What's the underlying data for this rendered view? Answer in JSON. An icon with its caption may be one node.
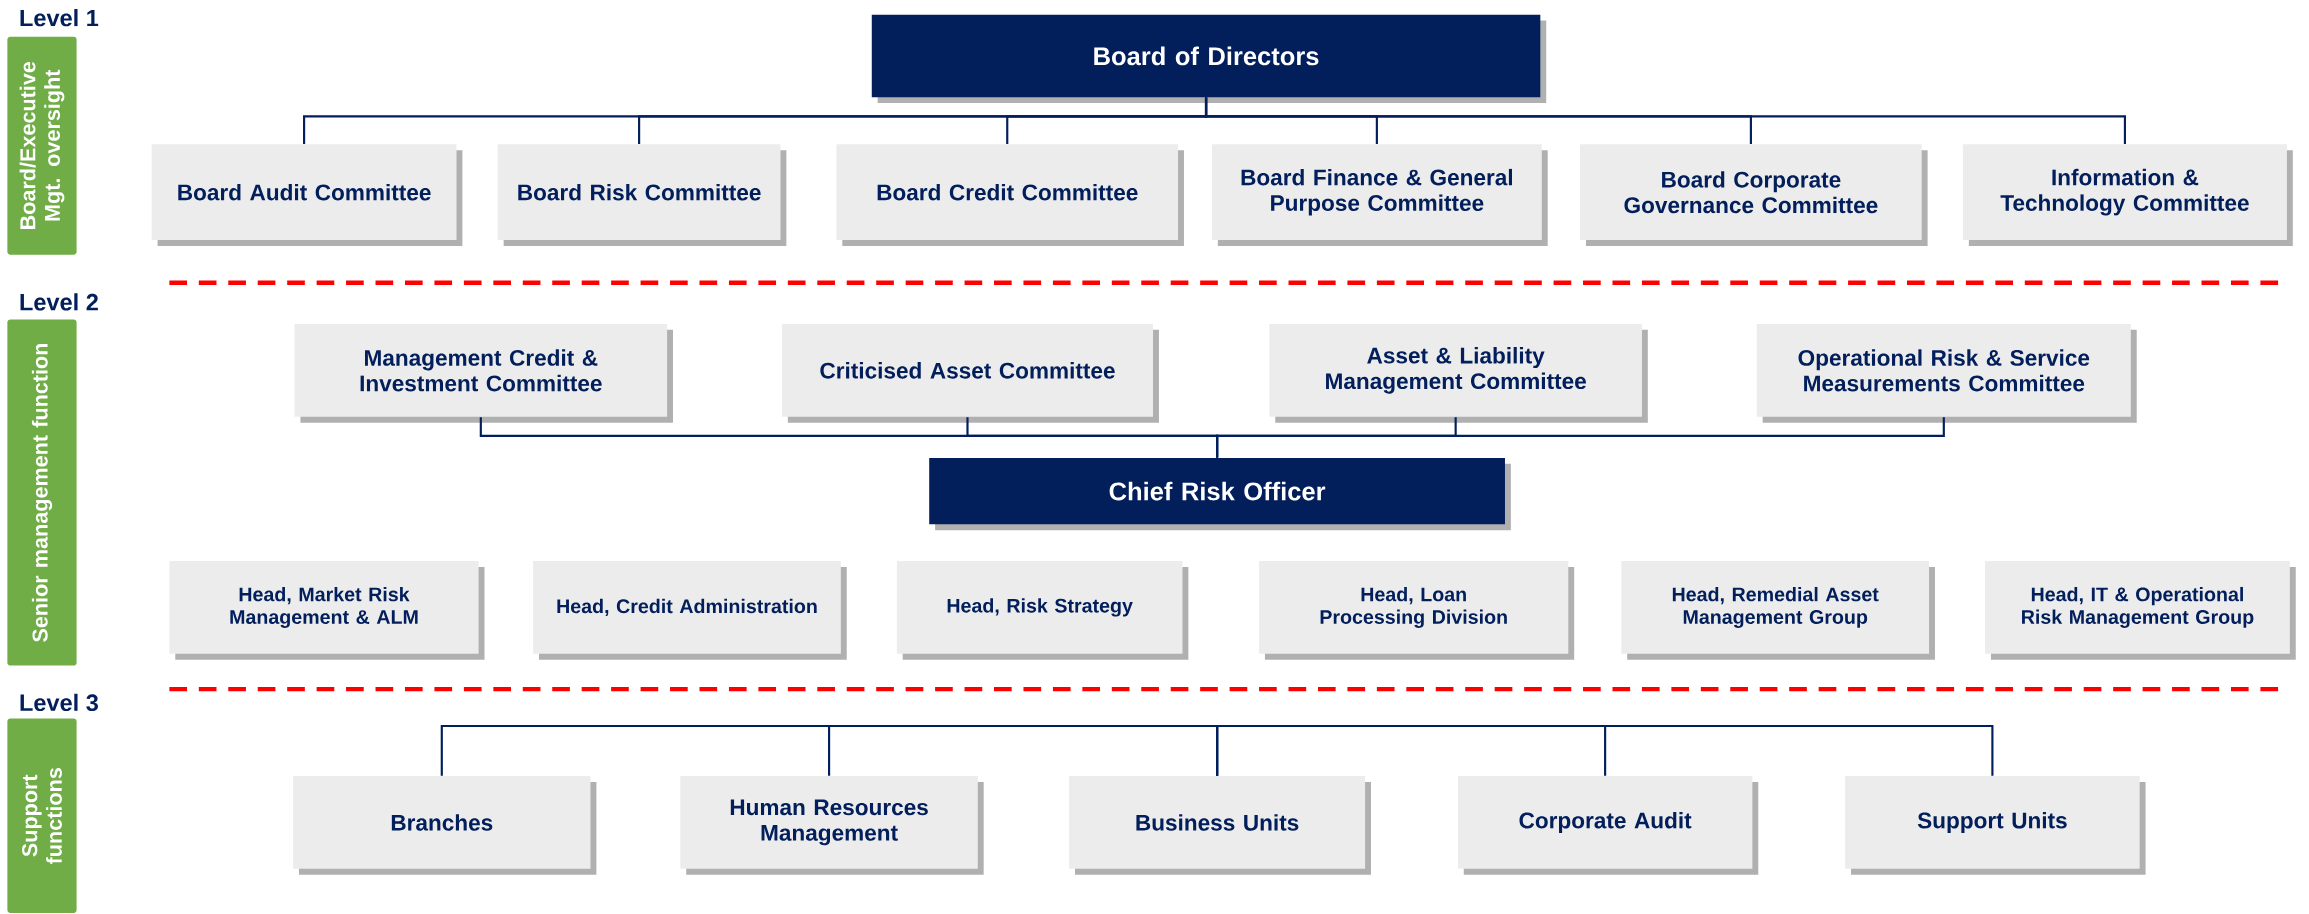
{
  "diagram": {
    "nodes": [
      {
        "text": [
          "Board/Executive Mgt. oversight"
        ]
      },
      {
        "text": [
          "Board of Directors"
        ]
      },
      {
        "text": [
          "Board Audit Committee"
        ]
      },
      {
        "text": [
          "Board Risk Committee"
        ]
      },
      {
        "text": [
          "Board Credit Committee"
        ]
      },
      {
        "text": [
          "Board Finance & General Purpose Committee"
        ]
      },
      {
        "text": [
          "Board Corporate Governance Committee"
        ]
      },
      {
        "text": [
          "Information & Technology Committee"
        ]
      },
      {
        "text": [
          "Senior management function"
        ]
      },
      {
        "text": [
          "Management Credit & Investment Committee"
        ]
      },
      {
        "text": [
          "Criticised Asset Committee"
        ]
      },
      {
        "text": [
          "Asset & Liability Management Committee"
        ]
      },
      {
        "text": [
          "Operational Risk & Service Measurements Committee"
        ]
      },
      {
        "text": [
          "Chief Risk Officer"
        ]
      },
      {
        "text": [
          "Head, Market Risk Management & ALM"
        ]
      },
      {
        "text": [
          "Head, Credit Administration"
        ]
      },
      {
        "text": [
          "Head, Risk Strategy"
        ]
      },
      {
        "text": [
          "Head, Loan Processing Division"
        ]
      },
      {
        "text": [
          "Head, Remedial Asset Management Group"
        ]
      },
      {
        "text": [
          "Head, IT & Operational Risk Management Group"
        ]
      },
      {
        "text": [
          "Support functions"
        ]
      },
      {
        "text": [
          "Branches"
        ]
      },
      {
        "text": [
          "Human Resources Management"
        ]
      },
      {
        "text": [
          "Business Units"
        ]
      },
      {
        "text": [
          "Corporate Audit"
        ]
      },
      {
        "text": [
          "Support Units"
        ]
      }
    ],
    "edges": [
      {
        "from": 1,
        "to": 2,
        "arrow": "none"
      },
      {
        "from": 1,
        "to": 3,
        "arrow": "none"
      },
      {
        "from": 1,
        "to": 4,
        "arrow": "none"
      },
      {
        "from": 1,
        "to": 5,
        "arrow": "none"
      },
      {
        "from": 1,
        "to": 6,
        "arrow": "none"
      },
      {
        "from": 1,
        "to": 7,
        "arrow": "none"
      },
      {
        "from": 9,
        "to": 13,
        "arrow": "none"
      },
      {
        "from": 10,
        "to": 13,
        "arrow": "none"
      },
      {
        "from": 11,
        "to": 13,
        "arrow": "none"
      },
      {
        "from": 12,
        "to": 13,
        "arrow": "none"
      },
      {
        "from": 23,
        "to": 21,
        "arrow": "none"
      },
      {
        "from": 23,
        "to": 22,
        "arrow": "none"
      },
      {
        "from": 23,
        "to": 24,
        "arrow": "none"
      },
      {
        "from": 23,
        "to": 25,
        "arrow": "none"
      }
    ],
    "labels": [
      "Level 1",
      "Level 2",
      "Level 3"
    ]
  }
}
